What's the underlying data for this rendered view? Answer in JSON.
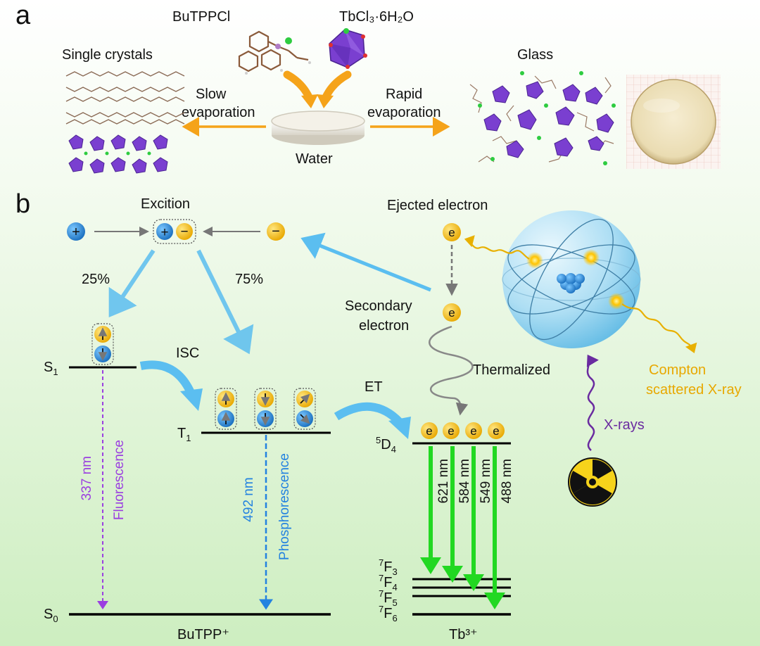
{
  "panel_a": {
    "letter": "a",
    "reagent1": "BuTPPCl",
    "reagent2": "TbCl₃·6H₂O",
    "left_title": "Single crystals",
    "left_arrow_line1": "Slow",
    "left_arrow_line2": "evaporation",
    "right_arrow_line1": "Rapid",
    "right_arrow_line2": "evaporation",
    "dish_label": "Water",
    "right_title": "Glass"
  },
  "panel_b": {
    "letter": "b",
    "exciton_label": "Excition",
    "hole_symbol": "+",
    "electron_symbol": "−",
    "pct_singlet": "25%",
    "pct_triplet": "75%",
    "isc": "ISC",
    "et": "ET",
    "s1_main": "S",
    "s1_sub": "1",
    "s0_main": "S",
    "s0_sub": "0",
    "t1_main": "T",
    "t1_sub": "1",
    "host_label": "BuTPP⁺",
    "fluor_nm": "337 nm",
    "fluor_label": "Fluorescence",
    "phos_nm": "492 nm",
    "phos_label": "Phosphorescence",
    "ejected_label": "Ejected electron",
    "secondary_line1": "Secondary",
    "secondary_line2": "electron",
    "thermalized": "Thermalized",
    "e_symbol": "e",
    "compton_line1": "Compton",
    "compton_line2": "scattered X-ray",
    "xrays": "X-rays",
    "tb_label": "Tb³⁺",
    "d4_sup": "5",
    "d4_main": "D",
    "d4_sub": "4",
    "f_levels": [
      {
        "sup": "7",
        "main": "F",
        "sub": "3"
      },
      {
        "sup": "7",
        "main": "F",
        "sub": "4"
      },
      {
        "sup": "7",
        "main": "F",
        "sub": "5"
      },
      {
        "sup": "7",
        "main": "F",
        "sub": "6"
      }
    ],
    "tb_emissions": [
      "621 nm",
      "584 nm",
      "549 nm",
      "488 nm"
    ]
  },
  "colors": {
    "arrow_orange": "#F5A31A",
    "hole_blue": "#1E88D6",
    "electron_yellow": "#F6C21B",
    "arrow_lightblue": "#5BBEF0",
    "fluor_purple": "#9B3FE0",
    "phos_blue": "#2382E0",
    "tb_green": "#22D822",
    "xray_purple": "#6A2BA0",
    "compton_gold": "#E8B000",
    "crystal_purple": "#7A3FD0"
  }
}
